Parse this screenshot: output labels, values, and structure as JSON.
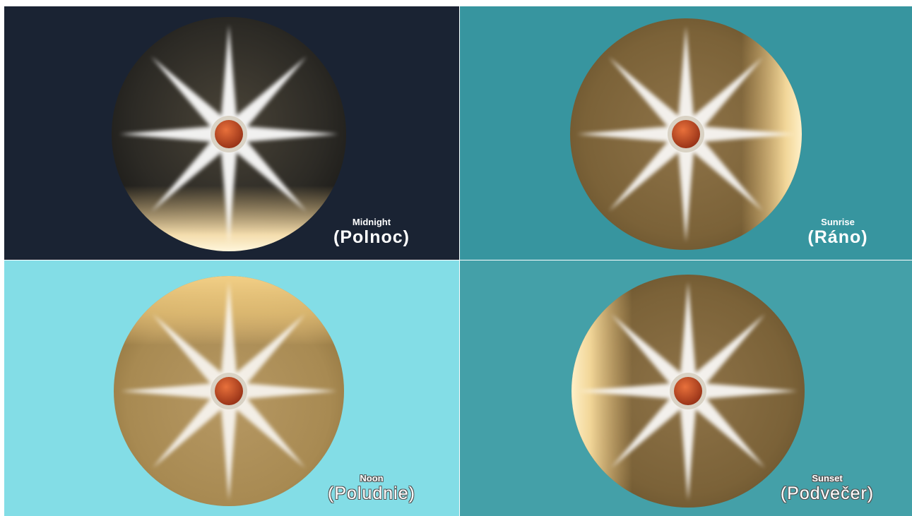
{
  "panels": [
    {
      "english": "Midnight",
      "slovak": "(Polnoc)"
    },
    {
      "english": "Sunrise",
      "slovak": "(Ráno)"
    },
    {
      "english": "Noon",
      "slovak": "(Poludnie)"
    },
    {
      "english": "Sunset",
      "slovak": "(Podvečer)"
    }
  ],
  "colors": {
    "midnight_bg": "#1a2333",
    "sunrise_bg": "#37959f",
    "noon_bg": "#83dde6",
    "sunset_bg": "#44a0a8",
    "star": "#ffffff",
    "center_ball": "#c4532a"
  },
  "icons": [
    "compass-star-icon",
    "planet-center-icon"
  ]
}
